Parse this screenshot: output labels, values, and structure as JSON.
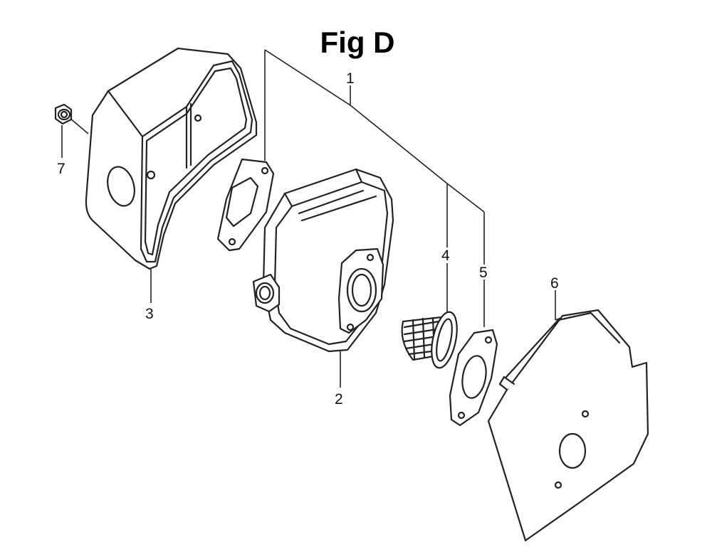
{
  "title": "Fig D",
  "callouts": [
    {
      "id": "1",
      "label": "1"
    },
    {
      "id": "2",
      "label": "2"
    },
    {
      "id": "3",
      "label": "3"
    },
    {
      "id": "4",
      "label": "4"
    },
    {
      "id": "5",
      "label": "5"
    },
    {
      "id": "6",
      "label": "6"
    },
    {
      "id": "7",
      "label": "7"
    }
  ]
}
